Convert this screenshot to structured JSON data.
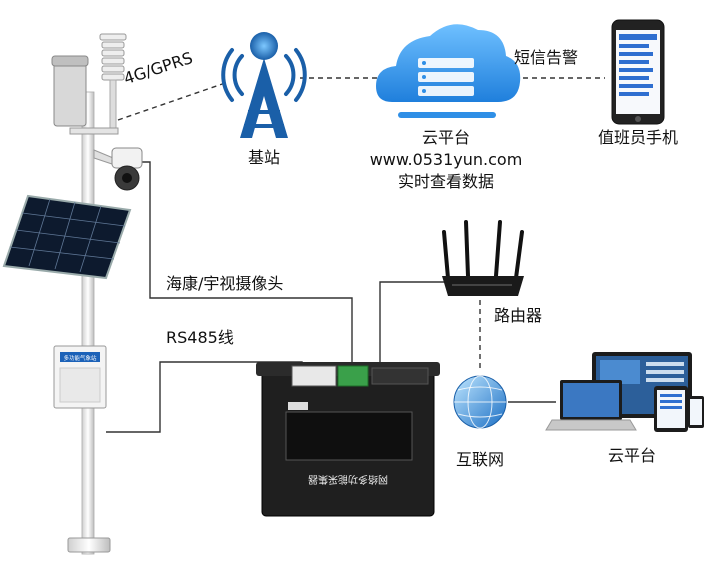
{
  "labels": {
    "network": "4G/GPRS",
    "base_station": "基站",
    "cloud_platform": "云平台",
    "cloud_url": "www.0531yun.com",
    "cloud_view": "实时查看数据",
    "sms_alert": "短信告警",
    "duty_phone": "值班员手机",
    "camera": "海康/宇视摄像头",
    "rs485": "RS485线",
    "router": "路由器",
    "internet": "互联网",
    "cloud_platform_2": "云平台"
  },
  "device": {
    "box_label": "多功能气象站",
    "panel_text": "网络多功能采集器"
  },
  "colors": {
    "tower": "#1a5fa8",
    "cloud": "#2f8fe6",
    "pole": "#e6e6e6",
    "device": "#1f1f1f",
    "line": "#333333"
  }
}
